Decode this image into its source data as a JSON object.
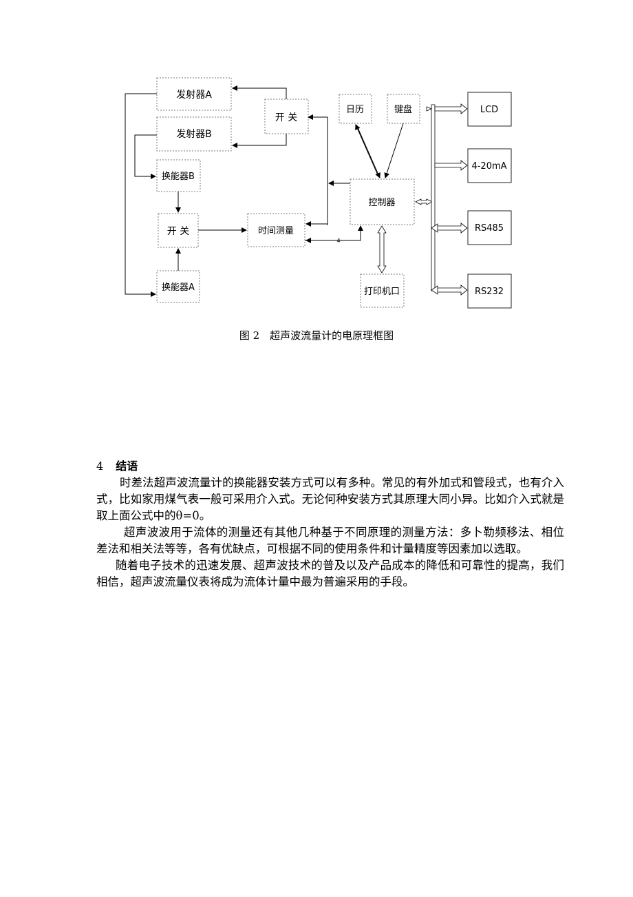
{
  "figure": {
    "blocks": {
      "tx_a": "发射器A",
      "tx_b": "发射器B",
      "switch_top": "开 关",
      "transducer_b": "换能器B",
      "switch_mid": "开 关",
      "time_measure": "时间测量",
      "transducer_a": "换能器A",
      "calendar": "日历",
      "keyboard": "键盘",
      "controller": "控制器",
      "printer": "打印机口",
      "lcd": "LCD",
      "current_out": "4-20mA",
      "rs485": "RS485",
      "rs232": "RS232"
    },
    "bus_label": "4",
    "caption": "图 2　超声波流量计的电原理框图"
  },
  "section": {
    "number": "4",
    "title": "结语",
    "paragraphs": [
      "时差法超声波流量计的换能器安装方式可以有多种。常见的有外加式和管段式，也有介入式，比如家用煤气表一般可采用介入式。无论何种安装方式其原理大同小异。比如介入式就是取上面公式中的θ=0。",
      "超声波波用于流体的测量还有其他几种基于不同原理的测量方法：多卜勒频移法、相位差法和相关法等等，各有优缺点，可根据不同的使用条件和计量精度等因素加以选取。",
      "随着电子技术的迅速发展、超声波技术的普及以及产品成本的降低和可靠性的提高，我们相信，超声波流量仪表将成为流体计量中最为普遍采用的手段。"
    ]
  },
  "colors": {
    "dashed_border": "#7a7a7a",
    "solid_border": "#222222",
    "line": "#000000"
  }
}
